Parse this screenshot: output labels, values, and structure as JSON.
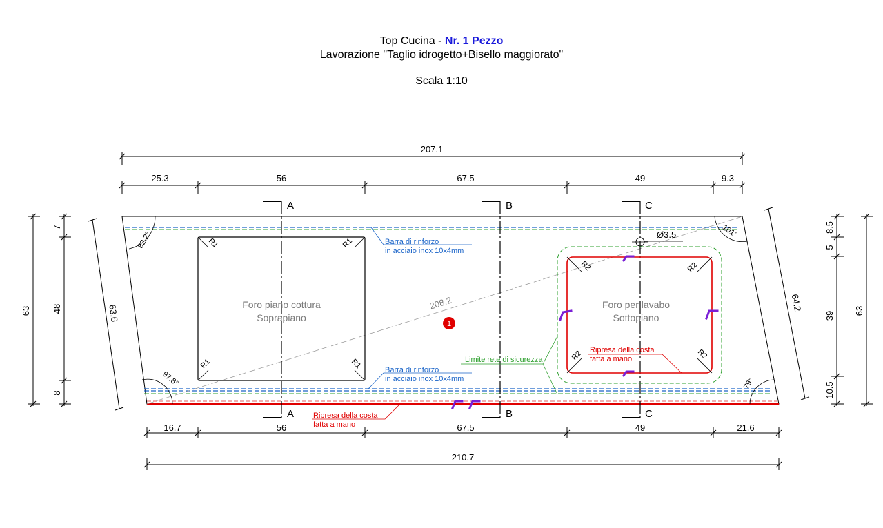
{
  "header": {
    "title_prefix": "Top Cucina - ",
    "title_highlight": "Nr. 1 Pezzo",
    "subtitle": "Lavorazione \"Taglio idrogetto+Bisello maggiorato\"",
    "scale": "Scala 1:10"
  },
  "dimensions": {
    "top_total": "207.1",
    "top_segments": [
      "25.3",
      "56",
      "67.5",
      "49",
      "9.3"
    ],
    "bottom_total": "210.7",
    "bottom_segments": [
      "16.7",
      "56",
      "67.5",
      "49",
      "21.6"
    ],
    "left_outer": "63",
    "left_inner": [
      "7",
      "48",
      "8"
    ],
    "left_edge": "63.6",
    "right_outer": "63",
    "right_inner": [
      "8.5",
      "5",
      "39",
      "10.5"
    ],
    "right_edge": "64.2",
    "diagonal": "208.2"
  },
  "angles": [
    "82.2°",
    "101°",
    "97.8°",
    "79°"
  ],
  "sections": [
    "A",
    "B",
    "C"
  ],
  "cutouts": {
    "cooktop": {
      "line1": "Foro piano cottura",
      "line2": "Soprapiano",
      "radius": "R1"
    },
    "sink": {
      "line1": "Foro per lavabo",
      "line2": "Sottopiano",
      "radius": "R2"
    }
  },
  "hole": "Ø3.5",
  "notes": {
    "bar_top_1": "Barra di rinforzo",
    "bar_top_2": "in acciaio inox 10x4mm",
    "bar_bottom_1": "Barra di rinforzo",
    "bar_bottom_2": "in acciaio inox 10x4mm",
    "net_limit": "Limite rete di sicurezza",
    "hand_edge_sink_1": "Ripresa della costa",
    "hand_edge_sink_2": "fatta a mano",
    "hand_edge_front_1": "Ripresa della costa",
    "hand_edge_front_2": "fatta a mano"
  },
  "piece_number": "1",
  "colors": {
    "outline": "#000000",
    "blue_bar": "#1a64c8",
    "green_bar": "#2ea02e",
    "red": "#e00000",
    "purple": "#7a1fd6"
  }
}
